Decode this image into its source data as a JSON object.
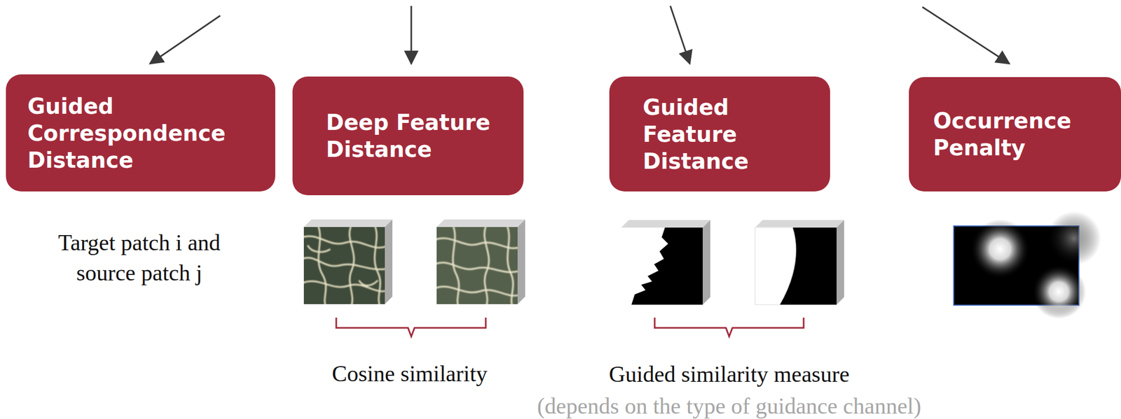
{
  "diagram": {
    "nodes": [
      {
        "text": [
          "Guided Correspondence Distance"
        ]
      },
      {
        "text": [
          "Deep Feature Distance"
        ]
      },
      {
        "text": [
          "Guided Feature Distance"
        ]
      },
      {
        "text": [
          "Occurrence Penalty"
        ]
      }
    ],
    "labels": [
      "Target patch i and source patch j",
      "Cosine similarity",
      "Guided similarity measure",
      "(depends on the type of guidance channel)"
    ]
  }
}
